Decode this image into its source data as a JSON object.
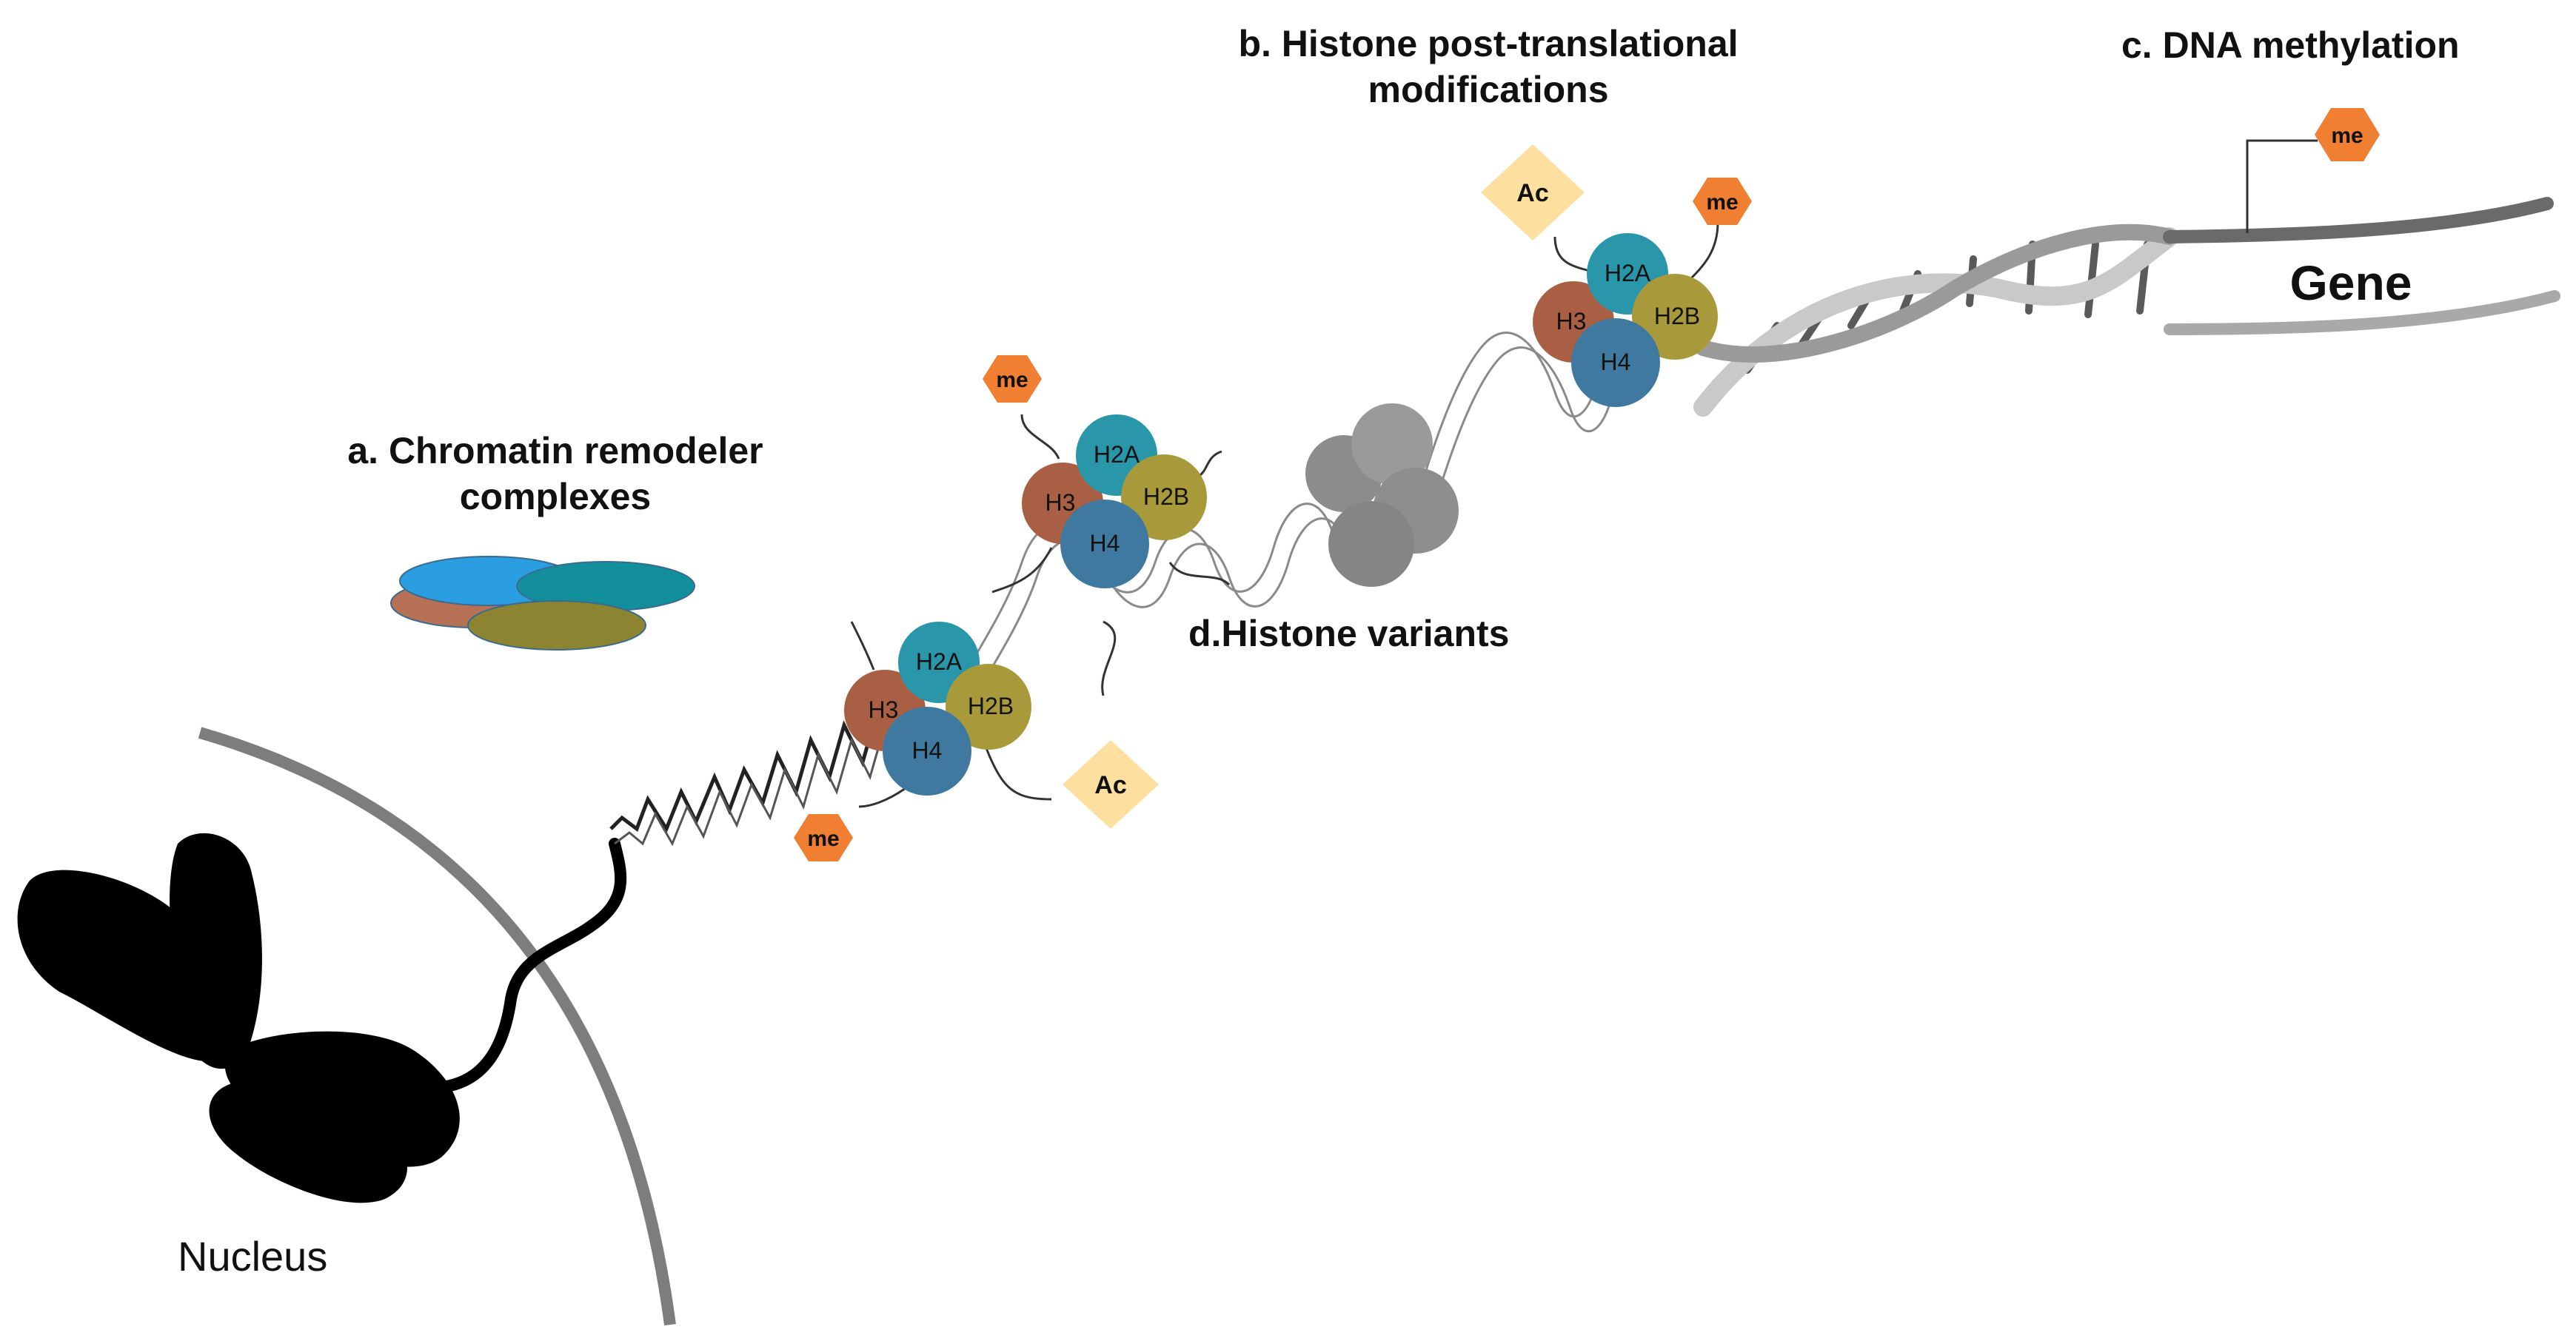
{
  "labels": {
    "remodeler": [
      "a. Chromatin remodeler",
      "complexes"
    ],
    "ptm": [
      "b. Histone post-translational",
      "modifications"
    ],
    "methylation": "c. DNA methylation",
    "variants": "d.Histone variants",
    "gene": "Gene",
    "nucleus": "Nucleus"
  },
  "histones": {
    "h2a": "H2A",
    "h2b": "H2B",
    "h3": "H3",
    "h4": "H4"
  },
  "marks": {
    "methyl": "me",
    "acetyl": "Ac"
  },
  "colors": {
    "h2a": "#2a96aa",
    "h2b": "#a89a3a",
    "h3": "#a85f44",
    "h4": "#3f79a0",
    "variant": "#8c8c8c",
    "methyl_mark": "#f07f32",
    "acetyl_mark": "#fde0a0",
    "chromosome": "#000000",
    "membrane": "#7d7d7d",
    "remodeler_blue": "#2a9ee0",
    "remodeler_teal": "#138f9c",
    "remodeler_brown": "#b77256",
    "remodeler_olive": "#8c8430"
  }
}
